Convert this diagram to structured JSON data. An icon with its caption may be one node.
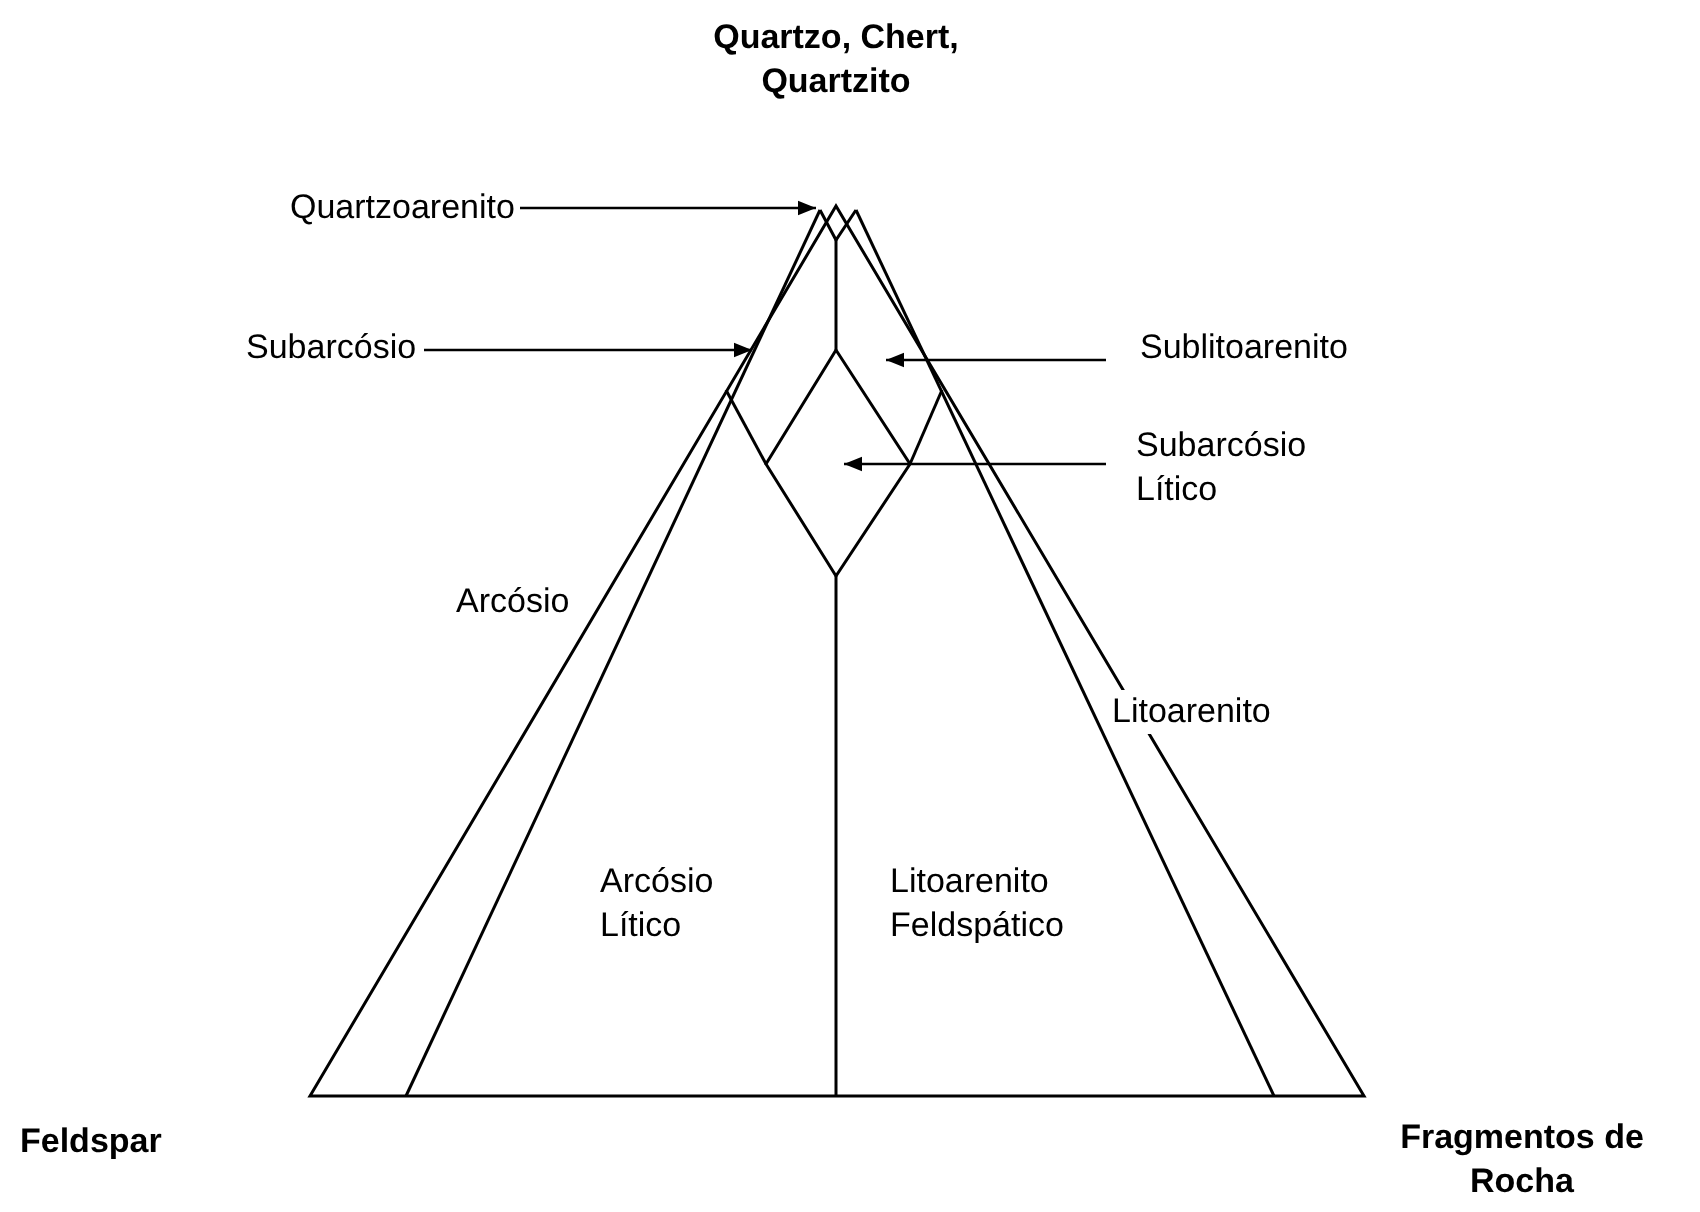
{
  "diagram": {
    "title": "Quartzo, Chert, Quartzito",
    "nodes": [
      {
        "text": [
          "Quartzoarenito"
        ]
      },
      {
        "text": [
          "Subarcósio"
        ]
      },
      {
        "text": [
          "Sublitoarenito"
        ]
      },
      {
        "text": [
          "Subarcósio Lítico"
        ]
      }
    ],
    "edges": [
      {
        "from": 0,
        "to": null,
        "arrow": "to"
      },
      {
        "from": 1,
        "to": null,
        "arrow": "to"
      },
      {
        "from": 2,
        "to": null,
        "arrow": "to"
      },
      {
        "from": 3,
        "to": null,
        "arrow": "to"
      }
    ],
    "labels": [
      "Arcósio",
      "Litoarenito",
      "Arcósio Lítico",
      "Litoarenito Feldspático",
      "Feldspar",
      "Fragmentos de Rocha"
    ]
  }
}
